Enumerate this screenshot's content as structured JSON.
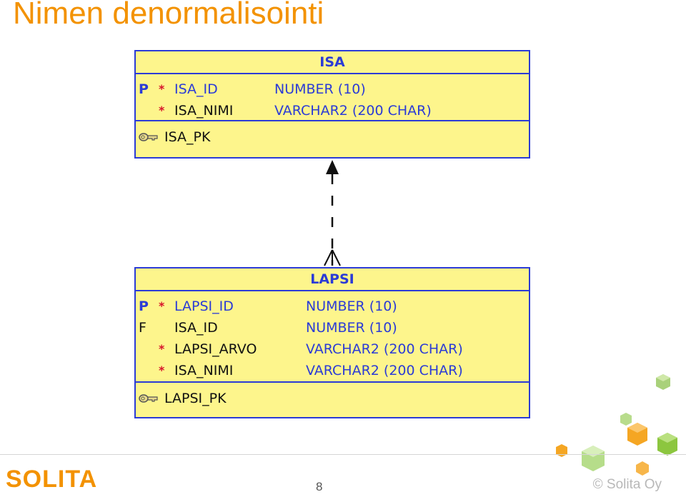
{
  "title": "Nimen denormalisointi",
  "entities": {
    "isa": {
      "name": "ISA",
      "columns": [
        {
          "flag": "P",
          "required": "*",
          "name": "ISA_ID",
          "type": "NUMBER (10)"
        },
        {
          "flag": "",
          "required": "*",
          "name": "ISA_NIMI",
          "type": "VARCHAR2 (200 CHAR)"
        }
      ],
      "key": "ISA_PK"
    },
    "lapsi": {
      "name": "LAPSI",
      "columns": [
        {
          "flag": "P",
          "required": "*",
          "name": "LAPSI_ID",
          "type": "NUMBER (10)"
        },
        {
          "flag": "F",
          "required": "",
          "name": "ISA_ID",
          "type": "NUMBER (10)"
        },
        {
          "flag": "",
          "required": "*",
          "name": "LAPSI_ARVO",
          "type": "VARCHAR2 (200 CHAR)"
        },
        {
          "flag": "",
          "required": "*",
          "name": "ISA_NIMI",
          "type": "VARCHAR2 (200 CHAR)"
        }
      ],
      "key": "LAPSI_PK"
    }
  },
  "footer": {
    "logo": "SOLITA",
    "page_number": "8",
    "copyright": "© Solita Oy"
  },
  "colors": {
    "title": "#f39200",
    "entity_fill": "#fdf58c",
    "entity_border": "#2b3bd6",
    "required_star": "#d7142b"
  },
  "icons": [
    "key-icon",
    "arrow-head-icon",
    "crowfoot-icon",
    "cube-decoration"
  ]
}
